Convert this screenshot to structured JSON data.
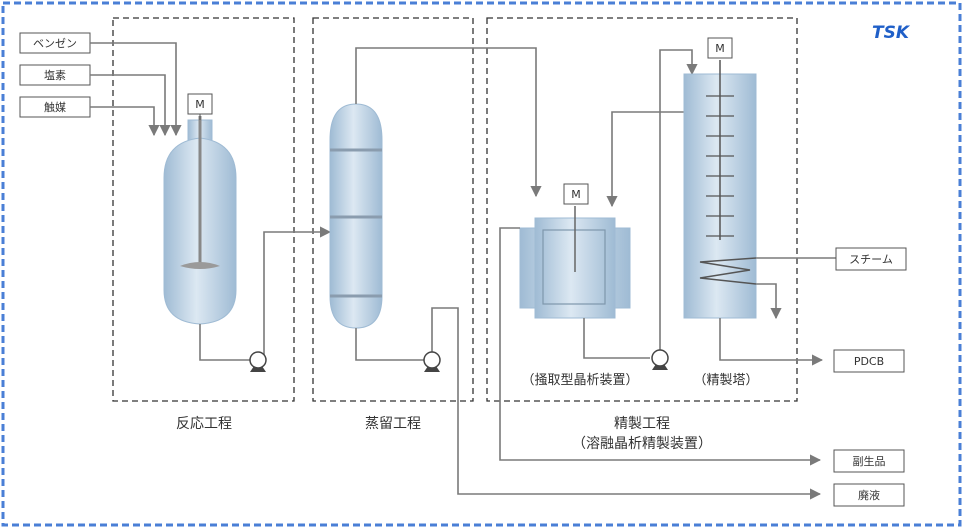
{
  "brand": "TSK",
  "inputs": {
    "benzene": "ベンゼン",
    "chlorine": "塩素",
    "catalyst": "触媒"
  },
  "motor_label": "M",
  "sections": {
    "reaction": "反応工程",
    "distillation": "蒸留工程",
    "purification": "精製工程",
    "purification_sub": "（溶融晶析精製装置）"
  },
  "equipment": {
    "crystallizer": "（掻取型晶析装置）",
    "refining_tower": "（精製塔）"
  },
  "outputs": {
    "steam": "スチーム",
    "pdcb": "PDCB",
    "byproduct": "副生品",
    "waste": "廃液"
  },
  "colors": {
    "border": "#4a7fd6",
    "brand": "#1f5fc8",
    "line": "#7a7a7a",
    "vessel": "#b9cfe2"
  }
}
